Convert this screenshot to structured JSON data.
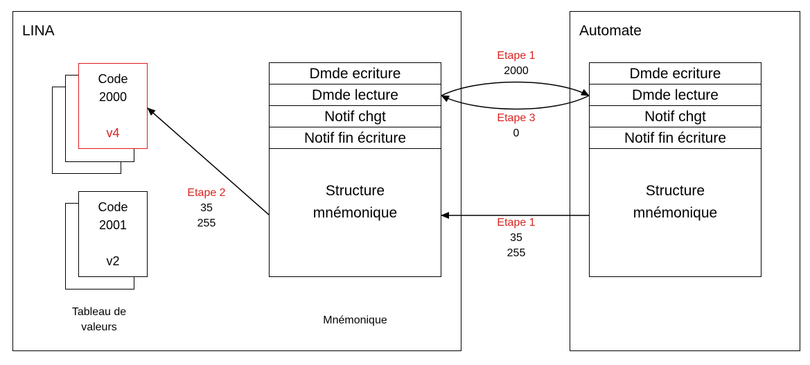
{
  "lina": {
    "title": "LINA",
    "values_table_caption": [
      "Tableau de",
      "valeurs"
    ],
    "mnemonic_caption": "Mnémonique",
    "doc_active": {
      "line1": "Code",
      "line2": "2000",
      "version": "v4"
    },
    "doc_second": {
      "line1": "Code",
      "line2": "2001",
      "version": "v2"
    },
    "mnemonic_table": {
      "rows": [
        "Dmde ecriture",
        "Dmde lecture",
        "Notif chgt",
        "Notif fin écriture"
      ],
      "structure": [
        "Structure",
        "mnémonique"
      ]
    },
    "step2": {
      "step": "Etape 2",
      "values": [
        "35",
        "255"
      ]
    }
  },
  "automate": {
    "title": "Automate",
    "mnemonic_table": {
      "rows": [
        "Dmde ecriture",
        "Dmde lecture",
        "Notif chgt",
        "Notif fin écriture"
      ],
      "structure": [
        "Structure",
        "mnémonique"
      ]
    }
  },
  "links": {
    "upper_step1": {
      "step": "Etape 1",
      "value": "2000"
    },
    "upper_step3": {
      "step": "Etape 3",
      "value": "0"
    },
    "lower_step1": {
      "step": "Etape 1",
      "values": [
        "35",
        "255"
      ]
    }
  },
  "colors": {
    "step_label": "#d9221e",
    "active_doc_border": "#e0191c",
    "line": "#000000"
  }
}
